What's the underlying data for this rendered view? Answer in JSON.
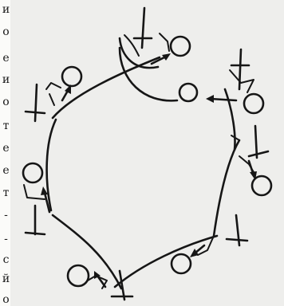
{
  "page_text_glyphs": [
    "и",
    "о",
    "е",
    "и",
    "о",
    "т",
    "е",
    "е",
    "т",
    "-",
    "-",
    "с",
    "й",
    "о"
  ],
  "figure": {
    "description_role": "ring of stick figures connected by arrows",
    "figure_count": 8,
    "ink_color": "#161616",
    "paper_color": "#eeeeec"
  }
}
